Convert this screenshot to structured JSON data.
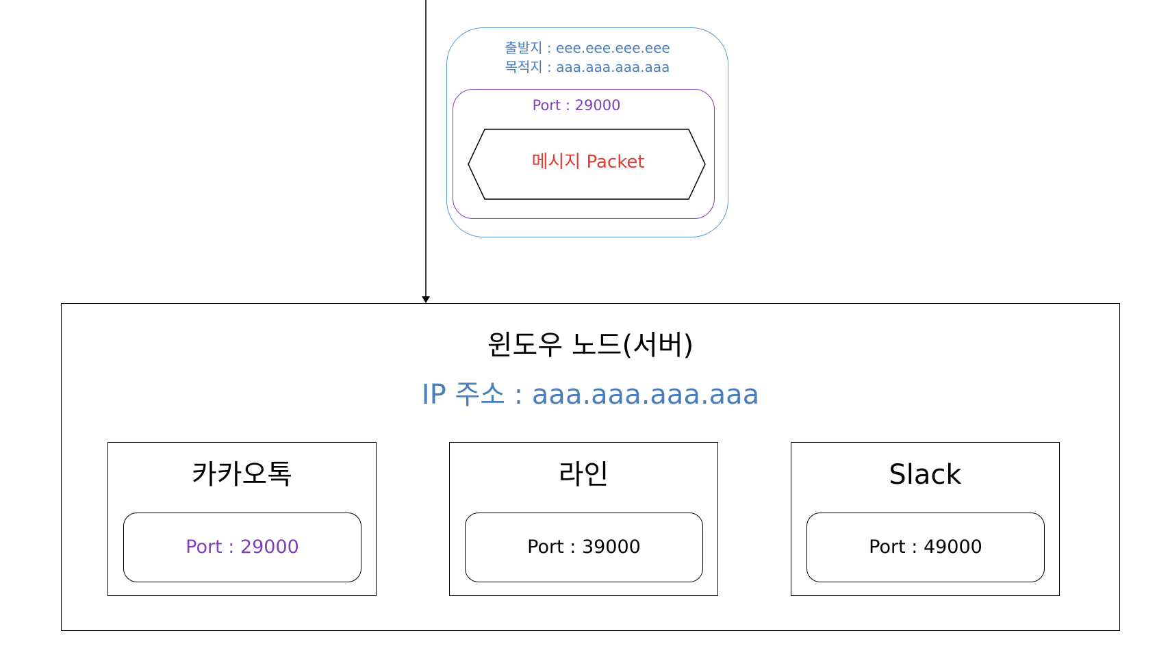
{
  "packet": {
    "source": "출발지 : eee.eee.eee.eee",
    "destination": "목적지 : aaa.aaa.aaa.aaa",
    "port": "Port : 29000",
    "message": "메시지 Packet"
  },
  "node": {
    "title": "윈도우 노드(서버)",
    "ip": "IP 주소 : aaa.aaa.aaa.aaa"
  },
  "apps": [
    {
      "name": "카카오톡",
      "port": "Port : 29000"
    },
    {
      "name": "라인",
      "port": "Port : 39000"
    },
    {
      "name": "Slack",
      "port": "Port : 49000"
    }
  ],
  "colors": {
    "packet_border": "#5b9bd5",
    "port_highlight": "#7e3fb8",
    "message": "#e03c31",
    "ip_text": "#4a7ebb"
  }
}
